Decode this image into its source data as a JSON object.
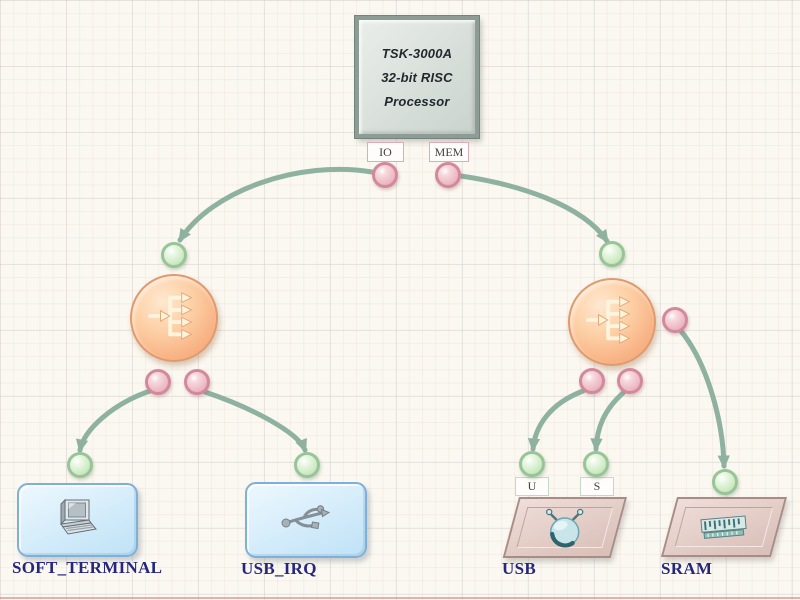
{
  "processor": {
    "model": "TSK-3000A",
    "arch": "32-bit RISC",
    "kind": "Processor"
  },
  "ports": {
    "io": "IO",
    "mem": "MEM",
    "usb_u": "U",
    "usb_s": "S"
  },
  "peripherals": {
    "terminal": {
      "label": "SOFT_TERMINAL",
      "icon": "computer-terminal-icon"
    },
    "usb_irq": {
      "label": "USB_IRQ",
      "icon": "usb-connector-icon"
    },
    "usb": {
      "label": "USB",
      "icon": "usb-device-icon",
      "port_labels": [
        "U",
        "S"
      ]
    },
    "sram": {
      "label": "SRAM",
      "icon": "memory-chip-icon"
    }
  },
  "interconnects": [
    {
      "id": "interconnect-left",
      "icon": "fanout-arrows-icon"
    },
    {
      "id": "interconnect-right",
      "icon": "fanout-arrows-icon"
    }
  ],
  "connections": [
    {
      "from": "processor.IO",
      "to": "interconnect-left"
    },
    {
      "from": "processor.MEM",
      "to": "interconnect-right"
    },
    {
      "from": "interconnect-left",
      "to": "SOFT_TERMINAL"
    },
    {
      "from": "interconnect-left",
      "to": "USB_IRQ"
    },
    {
      "from": "interconnect-right",
      "to": "USB.U"
    },
    {
      "from": "interconnect-right",
      "to": "USB.S"
    },
    {
      "from": "interconnect-right",
      "to": "SRAM"
    }
  ],
  "colors": {
    "wire": "#8fb2a0",
    "interconnect_fill": "#f8b486",
    "pink_port": "#efbfc9",
    "green_port": "#d0ecc7",
    "peripheral_blue": "#d8eefb",
    "peripheral_tan": "#e3ccc6",
    "processor_fill": "#dde3de",
    "label_text": "#26267d"
  }
}
